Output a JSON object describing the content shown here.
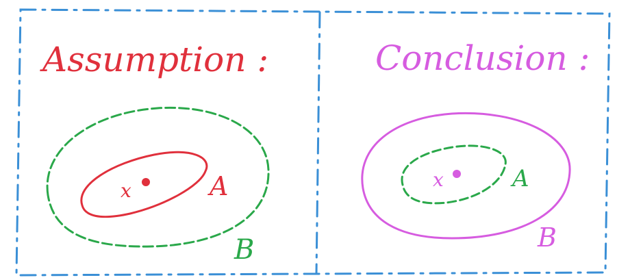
{
  "panels": {
    "assumption": {
      "title": "Assumption :",
      "inner_label": "A",
      "outer_label": "B",
      "point_label": "x"
    },
    "conclusion": {
      "title": "Conclusion :",
      "inner_label": "A",
      "outer_label": "B",
      "point_label": "x"
    }
  },
  "colors": {
    "frame": "#3a8fd6",
    "red": "#e0303c",
    "green": "#2aa84a",
    "magenta": "#d65ce0"
  }
}
